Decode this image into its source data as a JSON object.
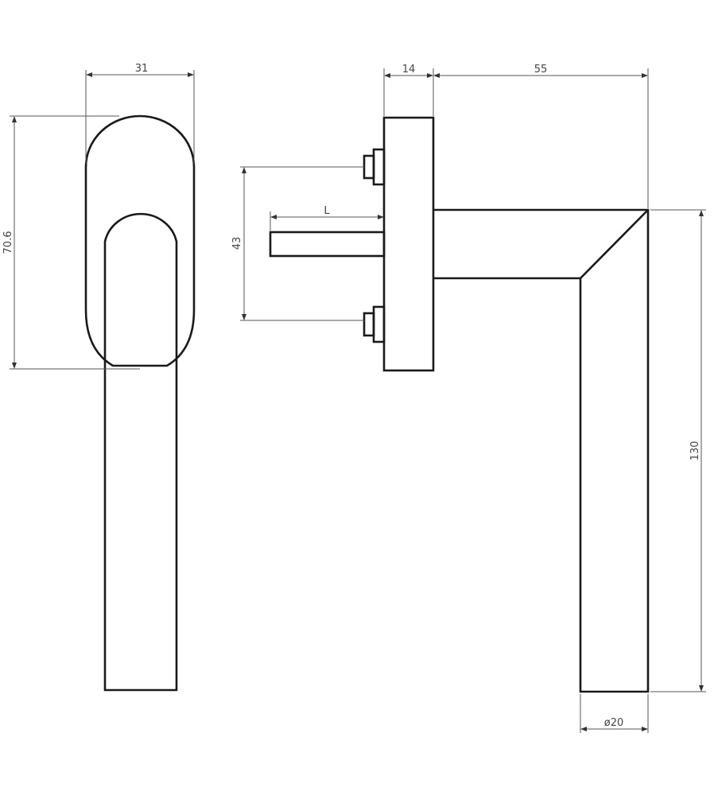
{
  "dimensions": {
    "handle_width": "31",
    "rose_height": "70.6",
    "rose_depth": "14",
    "handle_projection": "55",
    "screw_spacing": "43",
    "spindle_length": "L",
    "handle_length": "130",
    "bar_diameter": "ø20"
  }
}
